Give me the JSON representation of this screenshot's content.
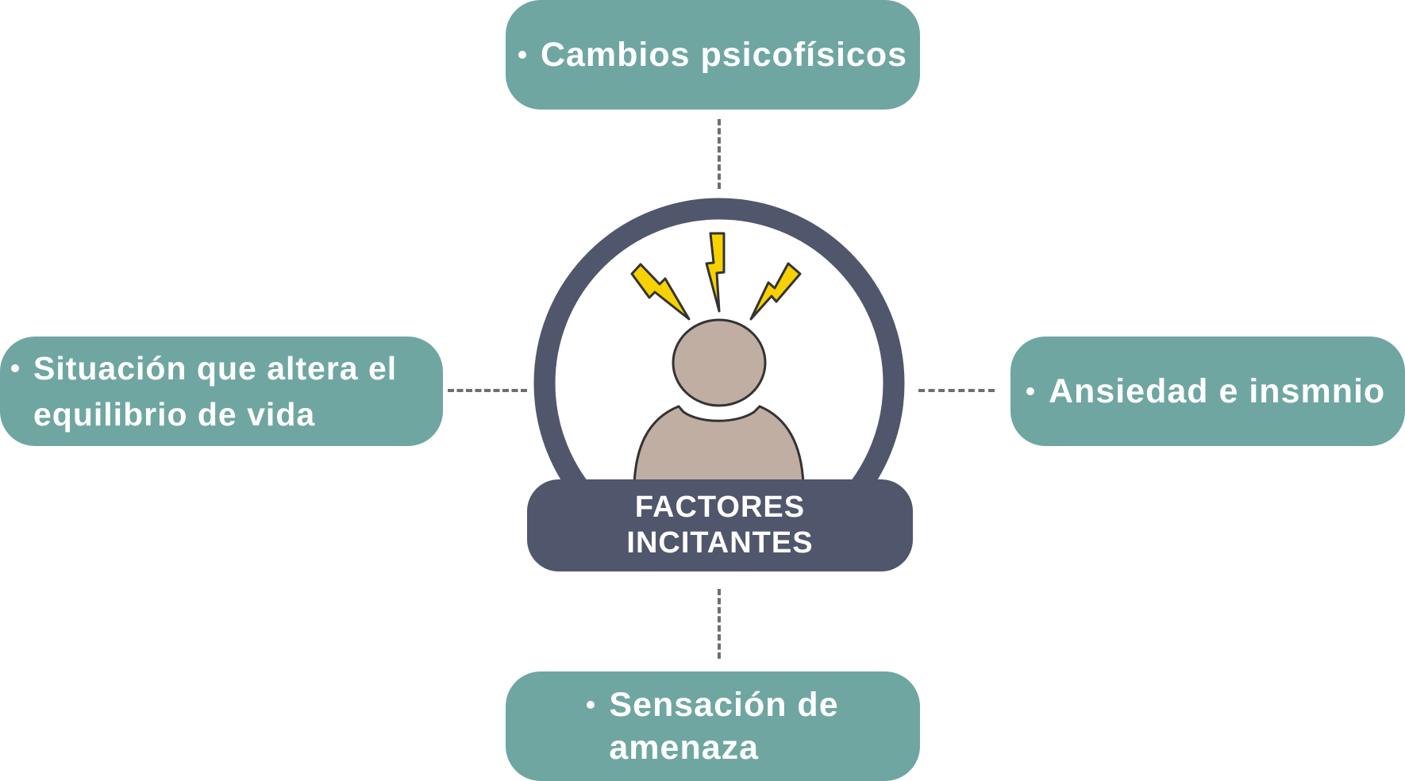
{
  "center": {
    "line1": "FACTORES",
    "line2": "INCITANTES"
  },
  "boxes": {
    "top": {
      "text": "Cambios psicofísicos"
    },
    "left": {
      "line1": "Situación que altera el",
      "line2": "equilibrio de vida"
    },
    "right": {
      "text": "Ansiedad e insmnio"
    },
    "bottom": {
      "line1": "Sensación de",
      "line2": "amenaza"
    }
  },
  "colors": {
    "box": "#6fa6a1",
    "ring": "#50566b",
    "person": "#c0aea3",
    "lightning": "#f7d200",
    "connector": "#6e6e6e"
  },
  "icons": [
    "person-icon",
    "lightning-icon"
  ]
}
